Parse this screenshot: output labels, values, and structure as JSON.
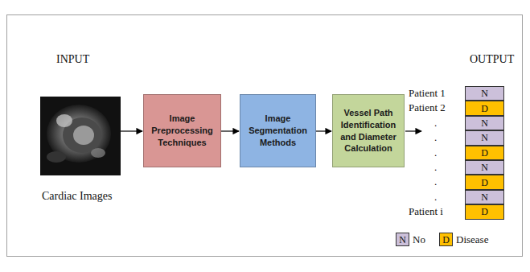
{
  "diagram": {
    "nodes": [
      {
        "text": [
          "Image Preprocessing Techniques"
        ]
      },
      {
        "text": [
          "Image Segmentation Methods"
        ]
      },
      {
        "text": [
          "Vessel Path Identification and Diameter Calculation"
        ]
      },
      {
        "text": [
          "N"
        ]
      },
      {
        "text": [
          "D"
        ]
      },
      {
        "text": [
          "N"
        ]
      },
      {
        "text": [
          "N"
        ]
      },
      {
        "text": [
          "D"
        ]
      },
      {
        "text": [
          "N"
        ]
      },
      {
        "text": [
          "D"
        ]
      },
      {
        "text": [
          "N"
        ]
      },
      {
        "text": [
          "D"
        ]
      }
    ],
    "edges": [
      {
        "from": 0,
        "to": 1,
        "arrow": "to"
      },
      {
        "from": 1,
        "to": 2,
        "arrow": "to"
      }
    ],
    "labels": [
      "INPUT",
      "OUTPUT",
      "Cardiac Images",
      "Patient 1",
      "Patient 2",
      ".",
      ".",
      ".",
      ".",
      ".",
      ".",
      "Patient i",
      "N",
      "D"
    ],
    "legend": [
      {
        "text": "No",
        "color": "#ccc0da"
      },
      {
        "text": "Disease",
        "color": "#ffc000"
      }
    ]
  }
}
